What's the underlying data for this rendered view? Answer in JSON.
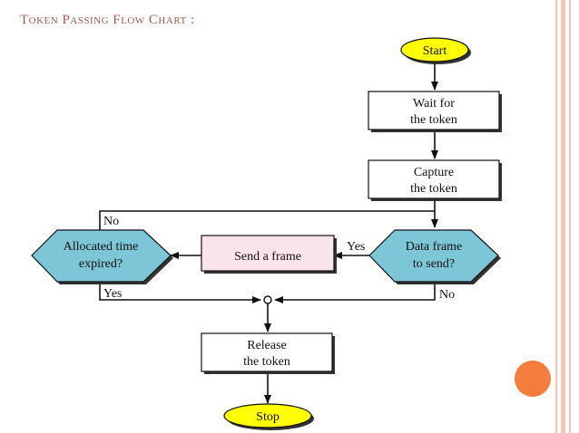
{
  "slide": {
    "title": "Token Passing Flow Chart :"
  },
  "colors": {
    "title": "#a85a52",
    "terminal_fill": "#ffff00",
    "decision_fill": "#7cc6d8",
    "send_fill": "#fbe3ec",
    "process_fill": "#ffffff",
    "accent": "#f47c3c",
    "stripe": "#f4c4b4"
  },
  "nodes": {
    "start": "Start",
    "wait_line1": "Wait for",
    "wait_line2": "the token",
    "capture_line1": "Capture",
    "capture_line2": "the token",
    "data_line1": "Data frame",
    "data_line2": "to send?",
    "send": "Send a frame",
    "alloc_line1": "Allocated time",
    "alloc_line2": "expired?",
    "release_line1": "Release",
    "release_line2": "the token",
    "stop": "Stop"
  },
  "edges": {
    "data_yes": "Yes",
    "data_no": "No",
    "alloc_no": "No",
    "alloc_yes": "Yes"
  }
}
